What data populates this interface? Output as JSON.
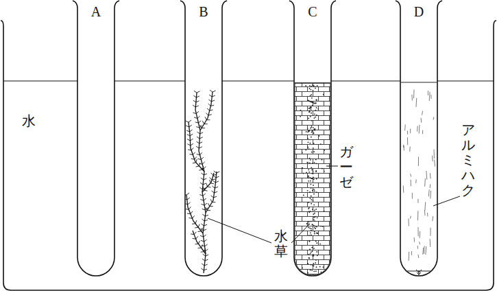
{
  "diagram": {
    "labels": [
      "A",
      "B",
      "C",
      "D",
      "水",
      "水草",
      "ガーゼ",
      "アルミハク"
    ]
  }
}
